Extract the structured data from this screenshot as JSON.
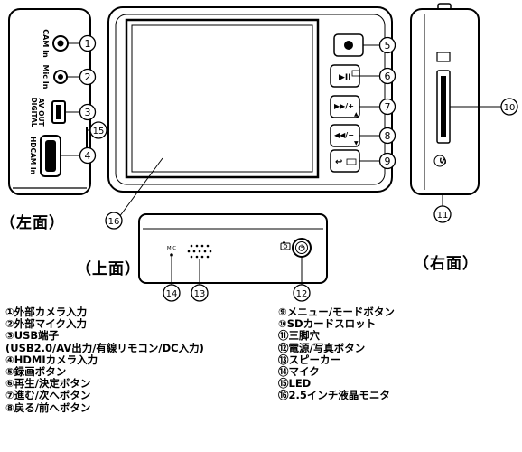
{
  "views": {
    "left": "（左面）",
    "top": "（上面）",
    "right": "（右面）"
  },
  "port_labels": {
    "cam_in": "CAM In",
    "mic_in": "Mic In",
    "av_out": "AV OUT",
    "digital": "DIGITAL",
    "hdcam_in": "HDCAM In",
    "mic": "MIC"
  },
  "callout_numbers": [
    "1",
    "2",
    "3",
    "4",
    "5",
    "6",
    "7",
    "8",
    "9",
    "10",
    "11",
    "12",
    "13",
    "14",
    "15",
    "16"
  ],
  "legend_left": [
    "①外部カメラ入力",
    "②外部マイク入力",
    "③USB端子",
    "(USB2.0/AV出力/有線リモコン/DC入力)",
    "④HDMIカメラ入力",
    "⑤録画ボタン",
    "⑥再生/決定ボタン",
    "⑦進む/次へボタン",
    "⑧戻る/前へボタン"
  ],
  "legend_right": [
    "⑨メニュー/モードボタン",
    "⑩SDカードスロット",
    "⑪三脚穴",
    "⑫電源/写真ボタン",
    "⑬スピーカー",
    "⑭マイク",
    "⑮LED",
    "⑯2.5インチ液晶モニタ"
  ]
}
